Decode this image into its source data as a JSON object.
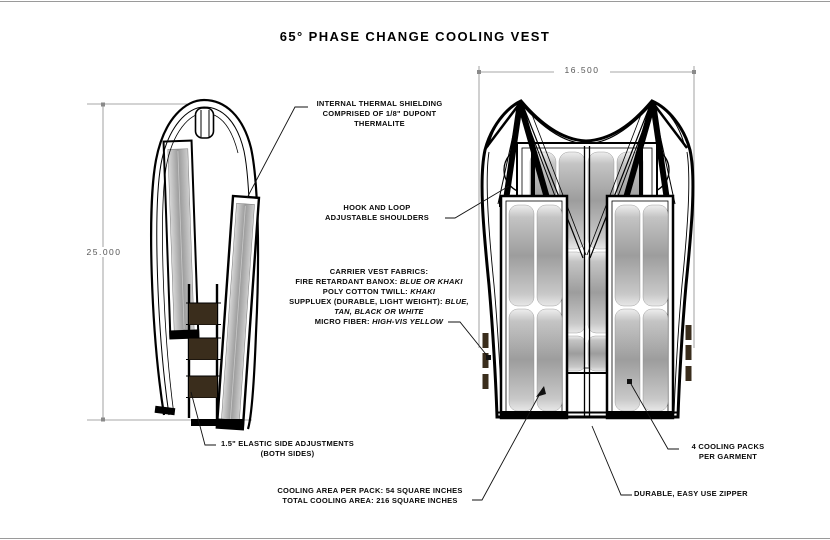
{
  "title": "65° PHASE CHANGE COOLING VEST",
  "dimensions": {
    "height_in": "25.000",
    "width_in": "16.500"
  },
  "callouts": {
    "internal_shielding": {
      "line1": "INTERNAL THERMAL SHIELDING",
      "line2": "COMPRISED OF 1/8\" DUPONT",
      "line3": "THERMALITE"
    },
    "hook_loop": {
      "line1": "HOOK AND LOOP",
      "line2": "ADJUSTABLE SHOULDERS"
    },
    "fabrics": {
      "title": "CARRIER VEST FABRICS:",
      "banox_label": "FIRE RETARDANT BANOX:  ",
      "banox_value": "BLUE OR KHAKI",
      "twill_label": "POLY COTTON TWILL: ",
      "twill_value": "KHAKI",
      "suppluex_label": "SUPPLUEX (DURABLE, LIGHT WEIGHT): ",
      "suppluex_value": "BLUE, TAN, BLACK OR WHITE",
      "micro_label": "MICRO FIBER: ",
      "micro_value": "HIGH-VIS YELLOW"
    },
    "elastic": {
      "line1": "1.5\" ELASTIC SIDE ADJUSTMENTS",
      "line2": "(BOTH SIDES)"
    },
    "cooling_area": {
      "line1": "COOLING AREA PER PACK: 54 SQUARE INCHES",
      "line2": "TOTAL COOLING AREA: 216 SQUARE INCHES"
    },
    "cooling_packs": {
      "line1": "4 COOLING PACKS",
      "line2": "PER GARMENT"
    },
    "zipper": {
      "line1": "DURABLE, EASY USE ZIPPER"
    }
  },
  "colors": {
    "line": "#000000",
    "elastic_strap": "#3a2d1c",
    "cooling_pack_gray": "#9d9d9d",
    "dimension_gray": "#8a8a8a"
  }
}
